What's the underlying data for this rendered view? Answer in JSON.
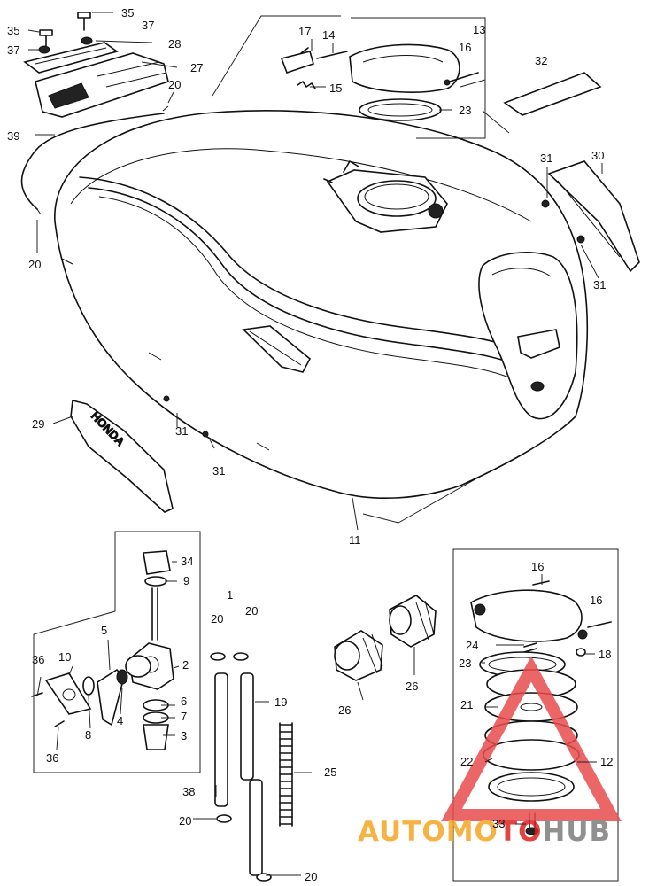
{
  "labels": {
    "l35a": "35",
    "l35b": "35",
    "l37a": "37",
    "l37b": "37",
    "l28": "28",
    "l27": "27",
    "l20a": "20",
    "l39": "39",
    "l20b": "20",
    "l17": "17",
    "l14": "14",
    "l13": "13",
    "l16a": "16",
    "l15": "15",
    "l23a": "23",
    "l32": "32",
    "l31a": "31",
    "l30": "30",
    "l31b": "31",
    "l29": "29",
    "l31c": "31",
    "l31d": "31",
    "l11": "11",
    "l34": "34",
    "l9": "9",
    "l1": "1",
    "l20c": "20",
    "l20d": "20",
    "l5": "5",
    "l36a": "36",
    "l10": "10",
    "l2": "2",
    "l6": "6",
    "l7": "7",
    "l3": "3",
    "l8": "8",
    "l4": "4",
    "l36b": "36",
    "l19": "19",
    "l38": "38",
    "l25": "25",
    "l20e": "20",
    "l20f": "20",
    "l26a": "26",
    "l26b": "26",
    "l16b": "16",
    "l16c": "16",
    "l24": "24",
    "l18": "18",
    "l23b": "23",
    "l21": "21",
    "l22": "22",
    "l12": "12",
    "l33": "33"
  },
  "emblem": {
    "text": "HONDA"
  },
  "watermark": {
    "text_orange": "AUTOMO",
    "text_red": "TO",
    "text_gray": "HUB",
    "colors": {
      "orange": "#f5a623",
      "red": "#e02020",
      "gray": "#7d7d7d",
      "triangle": "#e84c4c"
    }
  }
}
